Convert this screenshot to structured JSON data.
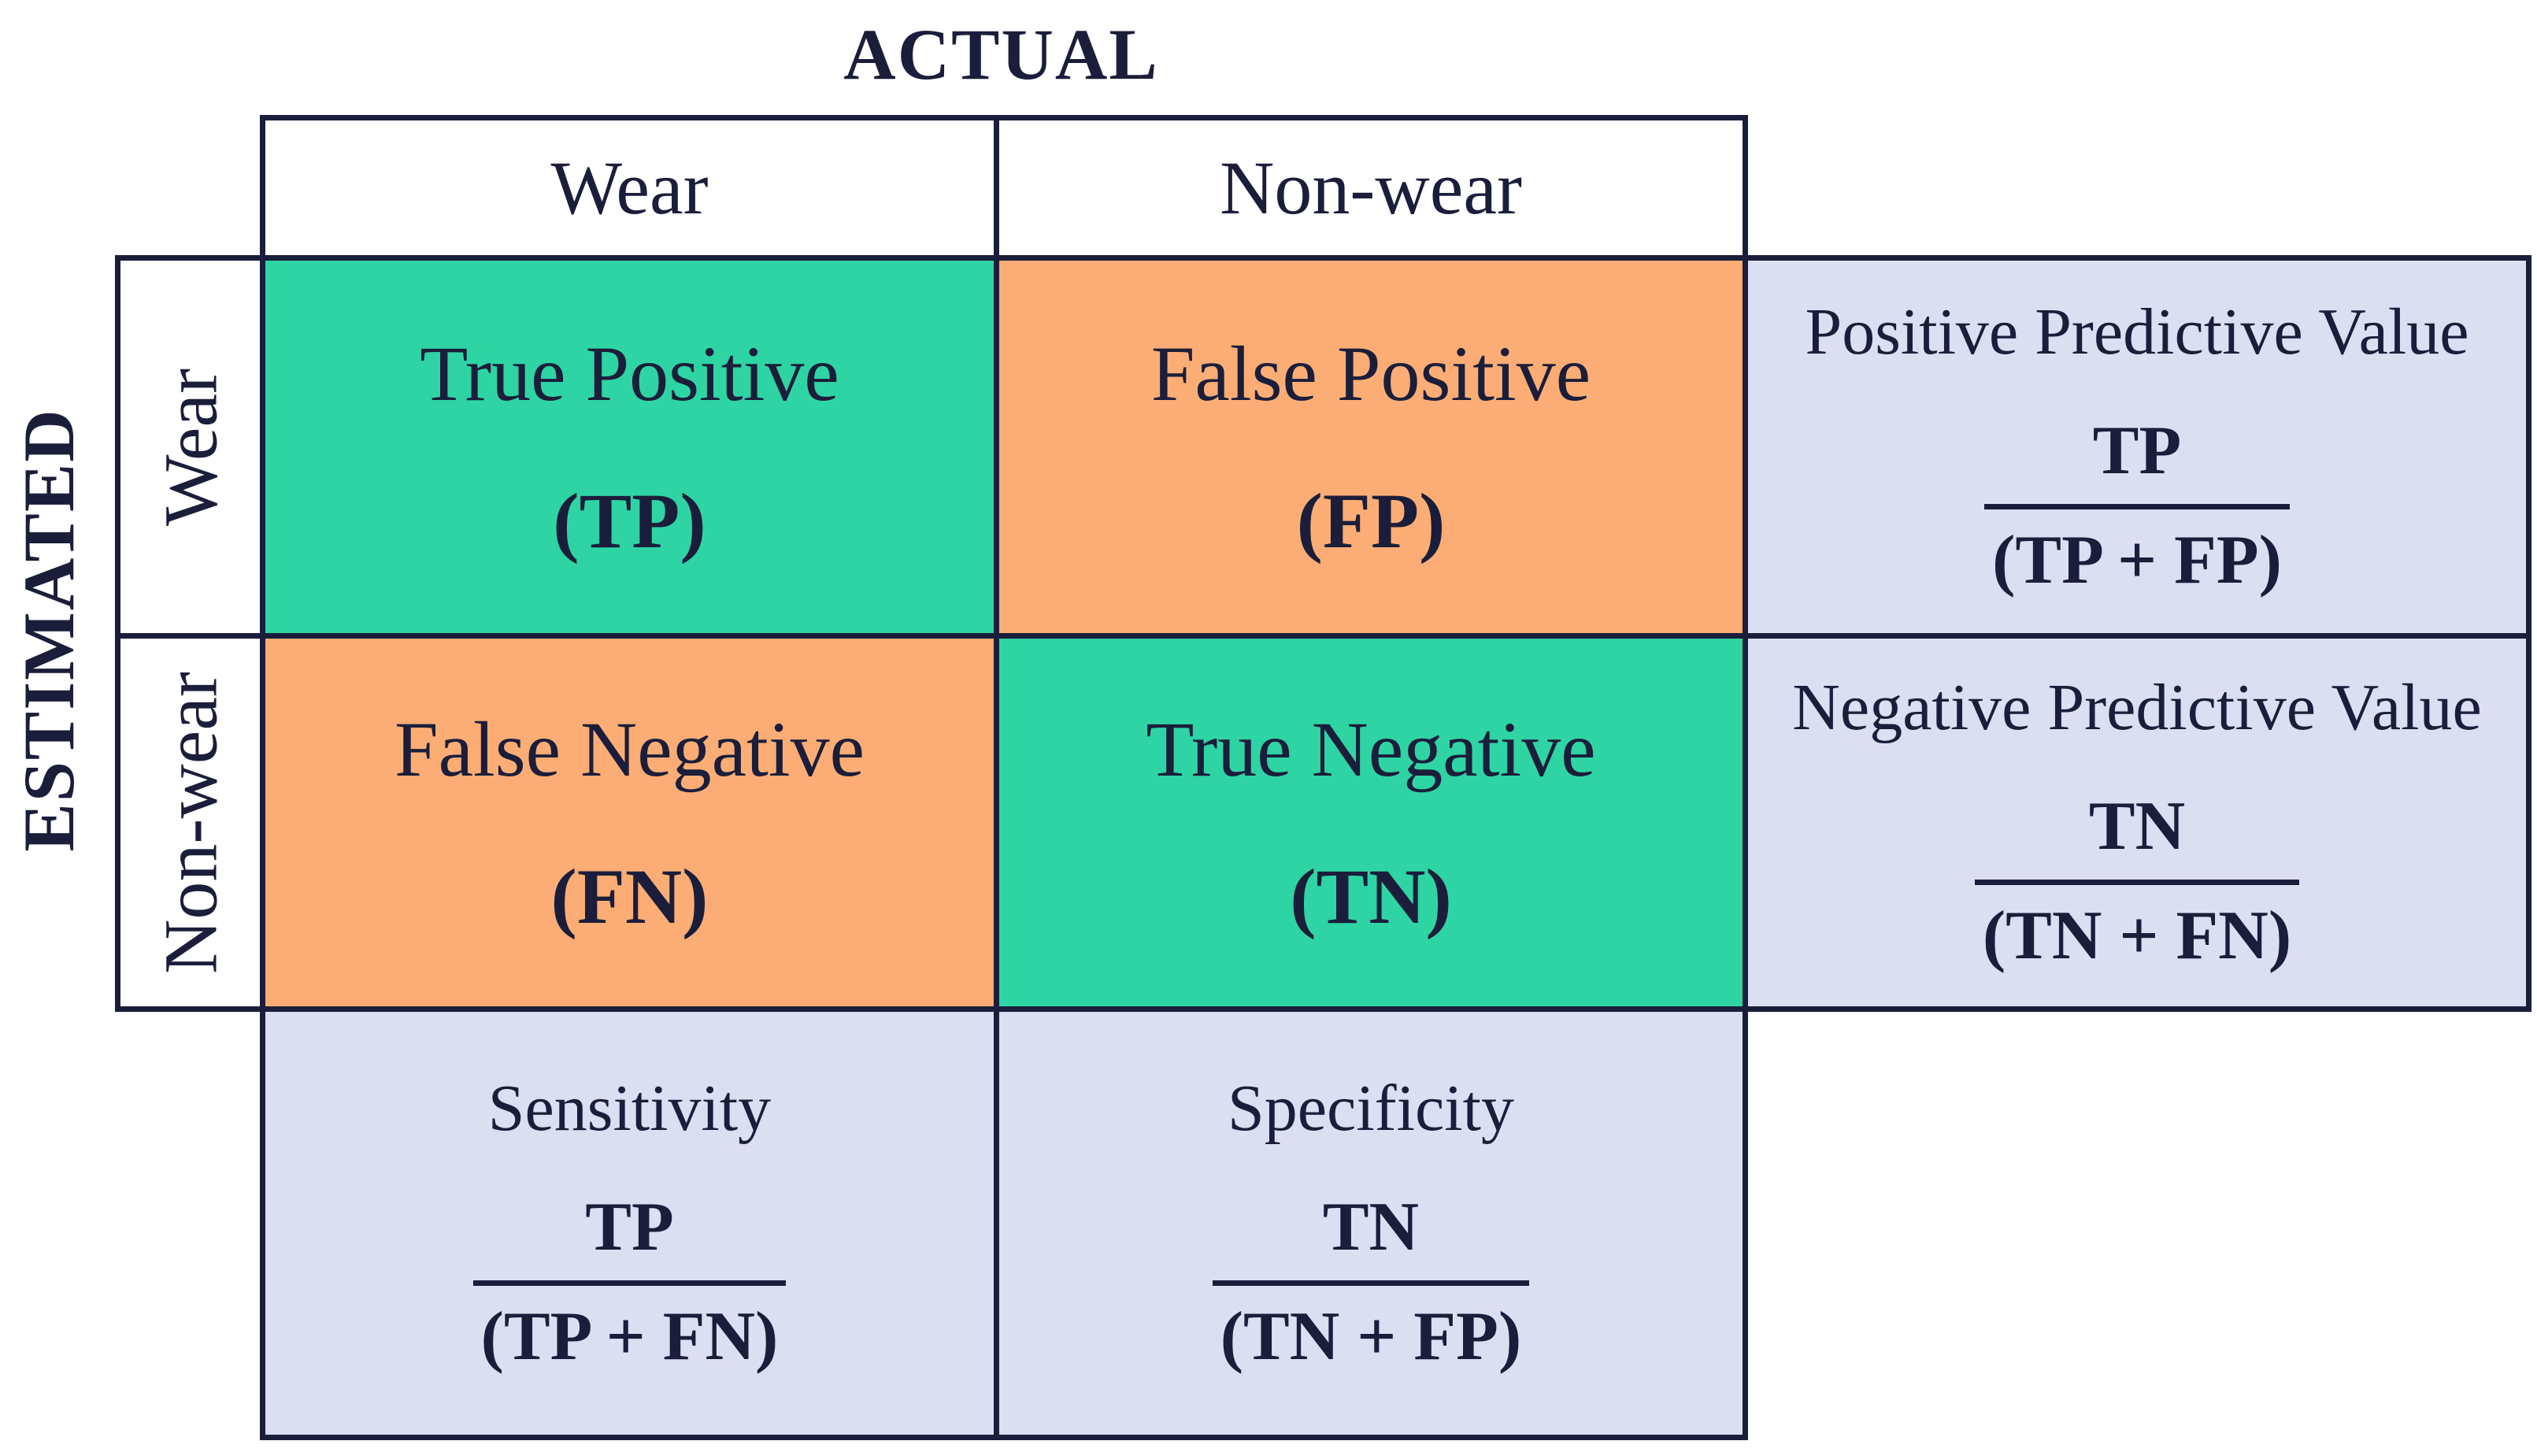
{
  "title_axes": {
    "actual": "ACTUAL",
    "estimated": "ESTIMATED"
  },
  "column_headers": [
    "Wear",
    "Non-wear"
  ],
  "row_headers": [
    "Wear",
    "Non-wear"
  ],
  "matrix_cells": {
    "tp": {
      "title": "True Positive",
      "abbrev": "(TP)"
    },
    "fp": {
      "title": "False Positive",
      "abbrev": "(FP)"
    },
    "fn": {
      "title": "False Negative",
      "abbrev": "(FN)"
    },
    "tn": {
      "title": "True Negative",
      "abbrev": "(TN)"
    }
  },
  "metrics": {
    "ppv": {
      "title": "Positive Predictive Value",
      "numerator": "TP",
      "denominator": "(TP + FP)"
    },
    "npv": {
      "title": "Negative Predictive Value",
      "numerator": "TN",
      "denominator": "(TN + FN)"
    },
    "sensitivity": {
      "title": "Sensitivity",
      "numerator": "TP",
      "denominator": "(TP + FN)"
    },
    "specificity": {
      "title": "Specificity",
      "numerator": "TN",
      "denominator": "(TN + FP)"
    }
  },
  "colors": {
    "true_cell": "#2FD4A4",
    "false_cell": "#FBAD75",
    "metric_cell": "#DCDEF2",
    "ink": "#1B1E3A",
    "background": "#FFFFFF"
  }
}
